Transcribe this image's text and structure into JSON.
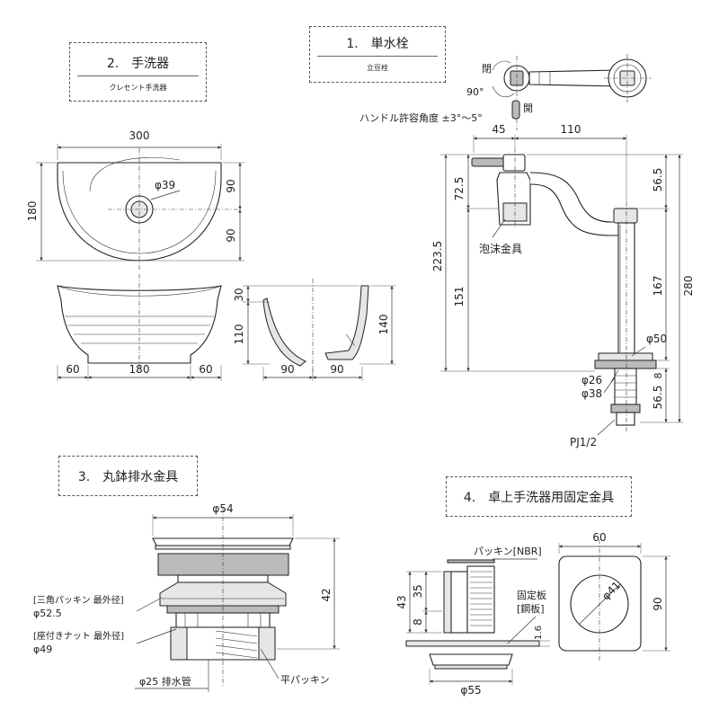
{
  "sections": {
    "faucet": {
      "title": "1.　単水栓",
      "subtitle": "立豆栓"
    },
    "basin": {
      "title": "2.　手洗器",
      "subtitle": "クレセント手洗器"
    },
    "drain": {
      "title": "3.　丸鉢排水金具"
    },
    "fixing": {
      "title": "4.　卓上手洗器用固定金具"
    }
  },
  "faucet": {
    "close": "閉",
    "open": "開",
    "angle": "90°",
    "handle_range": "ハンドル許容角度 ±3°～5°",
    "aerator": "泡沫金具",
    "dims": {
      "d45": "45",
      "d110": "110",
      "d725": "72.5",
      "d565a": "56.5",
      "d2235": "223.5",
      "d151": "151",
      "d167": "167",
      "d280": "280",
      "phi50": "φ50",
      "d8": "8",
      "phi26": "φ26",
      "phi38": "φ38",
      "d565b": "56.5",
      "pj": "PJ1/2"
    }
  },
  "basin": {
    "dims": {
      "w300": "300",
      "h180": "180",
      "h90a": "90",
      "h90b": "90",
      "phi39": "φ39",
      "b60a": "60",
      "b180": "180",
      "b60b": "60",
      "s30": "30",
      "s110": "110",
      "s140": "140",
      "s90a": "90",
      "s90b": "90"
    }
  },
  "drain": {
    "phi54": "φ54",
    "h42": "42",
    "packing_label": "[三角パッキン 最外径]",
    "packing_value": "φ52.5",
    "nut_label": "[座付きナット 最外径]",
    "nut_value": "φ49",
    "pipe": "φ25 排水管",
    "flat_packing": "平パッキン"
  },
  "fixing": {
    "packing": "パッキン[NBR]",
    "plate": "固定板",
    "plate_material": "[鋼板]",
    "d43": "43",
    "d35": "35",
    "d8": "8",
    "d16": "1.6",
    "phi55": "φ55",
    "w60": "60",
    "h90": "90",
    "phi41": "φ41"
  }
}
